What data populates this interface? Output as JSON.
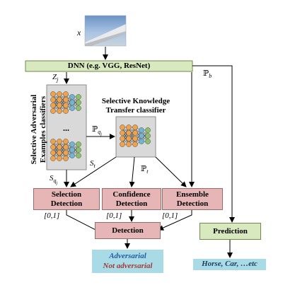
{
  "input": {
    "symbol": "x"
  },
  "dnn": {
    "label": "DNN (e.g. VGG, ResNet)"
  },
  "selective_adversarial": {
    "label_line1": "Selective Adversarial",
    "label_line2": "Examples classifiers"
  },
  "skt": {
    "label_line1": "Selective Knowledge",
    "label_line2": "Transfer classifier"
  },
  "ellipsis": "...",
  "symbols": {
    "z_main": "Z",
    "z_sub": "j",
    "p_b_main": "ℙ",
    "p_b_sub": "b",
    "p_q_main": "ℙ",
    "p_q_sub": "q",
    "p_q_subsub": "j",
    "s_q_main": "S",
    "s_q_sub": "q",
    "s_q_subsub": "j",
    "s_t_main": "S",
    "s_t_sub": "t",
    "p_t_main": "ℙ",
    "p_t_sub": "t"
  },
  "boxes": {
    "selection": {
      "line1": "Selection",
      "line2": "Detection"
    },
    "confidence": {
      "line1": "Confidence",
      "line2": "Detection"
    },
    "ensemble": {
      "line1": "Ensemble",
      "line2": "Detection"
    },
    "detection": "Detection",
    "prediction": "Prediction"
  },
  "ranges": {
    "r1": "[0,1]",
    "r2": "[0,1]",
    "r3": "[0,1]"
  },
  "outputs": {
    "adversarial": "Adversarial",
    "not_adversarial": "Not adversarial",
    "classes": "Horse, Car, …etc"
  },
  "colors": {
    "adversarial_text": "#1f5fa0",
    "not_adversarial_text": "#a33a3a",
    "node_orange": "#f0a24a",
    "node_blue": "#6fb6d6",
    "node_green": "#8cc06a"
  }
}
